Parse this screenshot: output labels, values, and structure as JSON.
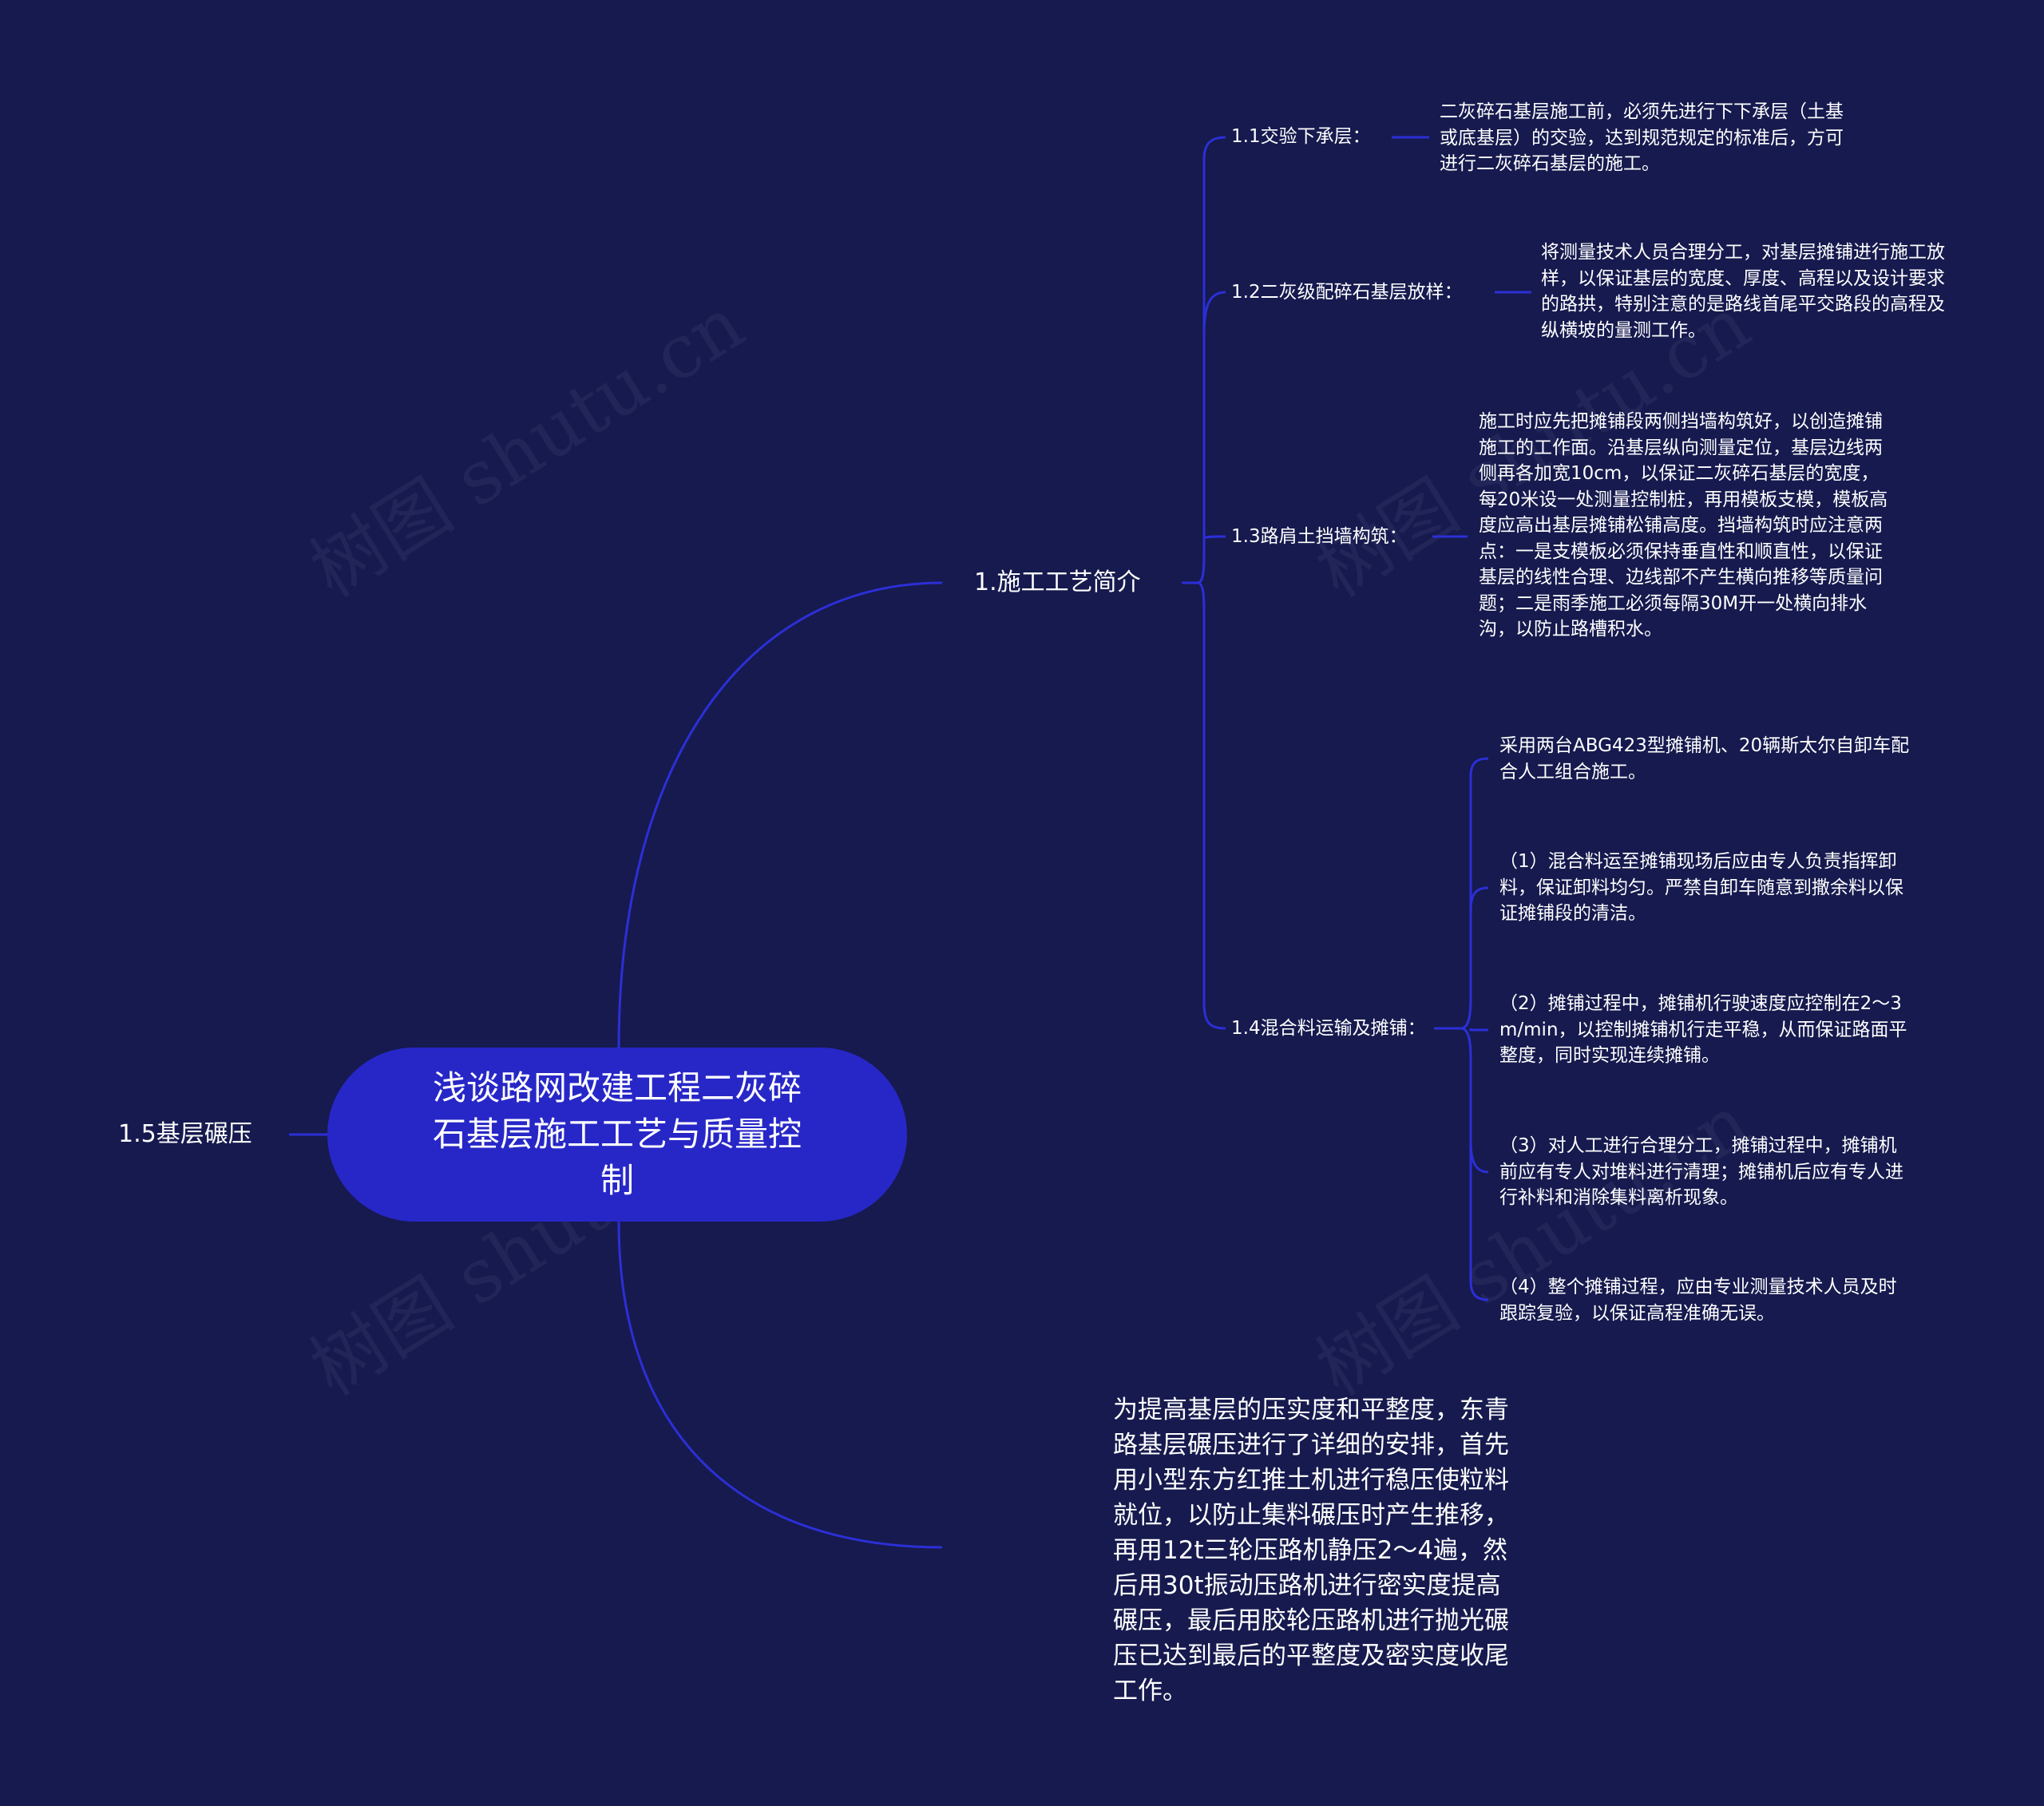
{
  "colors": {
    "background": "#161a4e",
    "root_fill": "#2727c8",
    "connector": "#2c2fd6",
    "text": "#ffffff"
  },
  "watermark": "树图 shutu.cn",
  "root": {
    "label": "浅谈路网改建工程二灰碎石基层施工工艺与质量控制"
  },
  "branches": {
    "construction_intro": {
      "label": "1.施工工艺简介",
      "children": [
        {
          "label": "1.1交验下承层：",
          "details": [
            "二灰碎石基层施工前，必须先进行下下承层（土基或底基层）的交验，达到规范规定的标准后，方可进行二灰碎石基层的施工。"
          ]
        },
        {
          "label": "1.2二灰级配碎石基层放样：",
          "details": [
            "将测量技术人员合理分工，对基层摊铺进行施工放样，以保证基层的宽度、厚度、高程以及设计要求的路拱，特别注意的是路线首尾平交路段的高程及纵横坡的量测工作。"
          ]
        },
        {
          "label": "1.3路肩土挡墙构筑：",
          "details": [
            "施工时应先把摊铺段两侧挡墙构筑好，以创造摊铺施工的工作面。沿基层纵向测量定位，基层边线两侧再各加宽10cm，以保证二灰碎石基层的宽度，每20米设一处测量控制桩，再用模板支模，模板高度应高出基层摊铺松铺高度。挡墙构筑时应注意两点：一是支模板必须保持垂直性和顺直性，以保证基层的线性合理、边线部不产生横向推移等质量问题；二是雨季施工必须每隔30M开一处横向排水沟，以防止路槽积水。"
          ]
        },
        {
          "label": "1.4混合料运输及摊铺：",
          "details": [
            "采用两台ABG423型摊铺机、20辆斯太尔自卸车配合人工组合施工。",
            "（1）混合料运至摊铺现场后应由专人负责指挥卸料，保证卸料均匀。严禁自卸车随意到撒余料以保证摊铺段的清洁。",
            "（2）摊铺过程中，摊铺机行驶速度应控制在2～3m/min，以控制摊铺机行走平稳，从而保证路面平整度，同时实现连续摊铺。",
            "（3）对人工进行合理分工，摊铺过程中，摊铺机前应有专人对堆料进行清理；摊铺机后应有专人进行补料和消除集料离析现象。",
            "（4）整个摊铺过程，应由专业测量技术人员及时跟踪复验，以保证高程准确无误。"
          ]
        }
      ]
    },
    "base_compaction": {
      "label": "1.5基层碾压",
      "detail": "为提高基层的压实度和平整度，东青路基层碾压进行了详细的安排，首先用小型东方红推土机进行稳压使粒料就位，以防止集料碾压时产生推移，再用12t三轮压路机静压2～4遍，然后用30t振动压路机进行密实度提高碾压，最后用胶轮压路机进行抛光碾压已达到最后的平整度及密实度收尾工作。"
    }
  }
}
